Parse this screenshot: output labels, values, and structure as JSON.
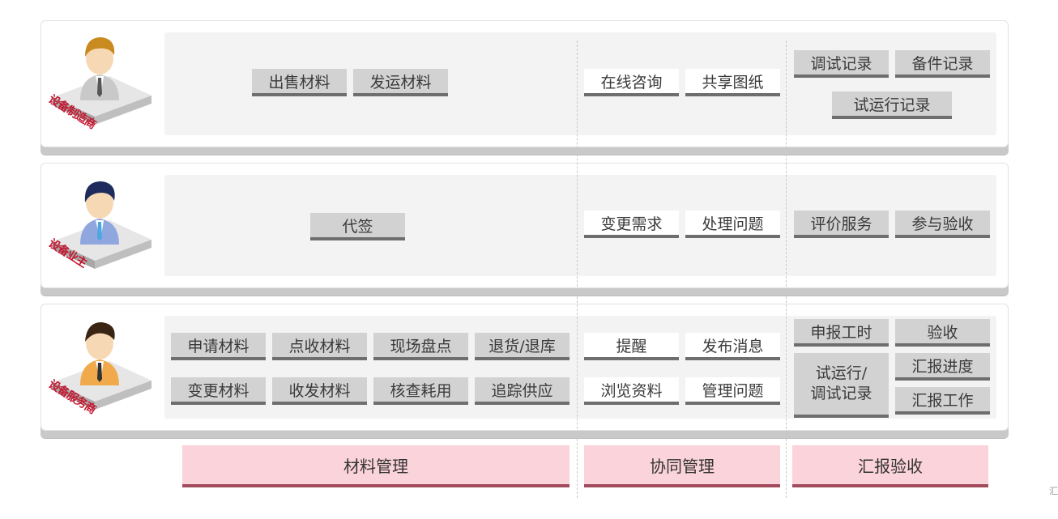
{
  "actors": [
    {
      "label": "设备制造商",
      "hair": "#c98a1f",
      "shirt": "#c9c9c9",
      "tie": "#555555"
    },
    {
      "label": "设备业主",
      "hair": "#1e2b5c",
      "shirt": "#8fa6de",
      "tie": "#4ea7e0"
    },
    {
      "label": "设备服务商",
      "hair": "#3a2414",
      "shirt": "#f0aa4c",
      "tie": "#333333"
    }
  ],
  "rows": {
    "manufacturer": {
      "material": [
        "出售材料",
        "发运材料"
      ],
      "collab": [
        "在线咨询",
        "共享图纸"
      ],
      "report": [
        "调试记录",
        "备件记录",
        "试运行记录"
      ]
    },
    "owner": {
      "material": [
        "代签"
      ],
      "collab": [
        "变更需求",
        "处理问题"
      ],
      "report": [
        "评价服务",
        "参与验收"
      ]
    },
    "provider": {
      "material": [
        "申请材料",
        "点收材料",
        "现场盘点",
        "退货/退库",
        "变更材料",
        "收发材料",
        "核查耗用",
        "追踪供应"
      ],
      "collab": [
        "提醒",
        "发布消息",
        "浏览资料",
        "管理问题"
      ],
      "report": [
        "申报工时",
        "验收",
        "试运行/",
        "调试记录",
        "汇报进度",
        "汇报工作"
      ]
    }
  },
  "categories": [
    "材料管理",
    "协同管理",
    "汇报验收"
  ],
  "corner_text": "汇",
  "colors": {
    "category_bg": "#fbd3da",
    "category_border": "#a24b5c",
    "label_red": "#c4162f"
  }
}
